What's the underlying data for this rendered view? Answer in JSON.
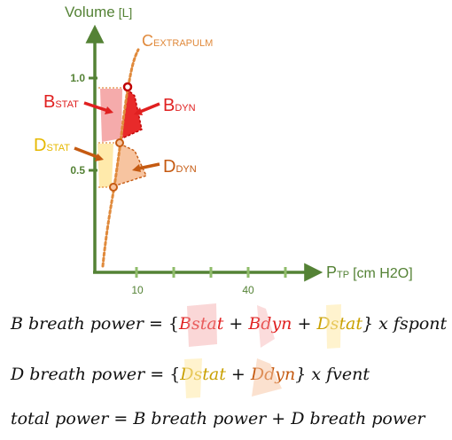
{
  "axes": {
    "y_title": "Volume",
    "y_unit": "[L]",
    "x_title_main": "P",
    "x_title_sub": "TP",
    "x_unit": "[cm H2O]",
    "y_ticks": [
      "1.0",
      "0.5"
    ],
    "x_ticks": [
      "10",
      "40"
    ],
    "colors": {
      "axis": "#548235",
      "tick_label": "#548235"
    }
  },
  "labels": {
    "c_extrapulm_main": "C",
    "c_extrapulm_sub": "EXTRAPULM",
    "b_stat_main": "B",
    "b_stat_sub": "STAT",
    "b_dyn_main": "B",
    "b_dyn_sub": "DYN",
    "d_stat_main": "D",
    "d_stat_sub": "STAT",
    "d_dyn_main": "D",
    "d_dyn_sub": "DYN",
    "colors": {
      "b": "#e02020",
      "d_stat": "#e6b800",
      "d_dyn": "#c55a11",
      "c_extrapulm": "#e08a3c"
    }
  },
  "equations": {
    "eq1_lhs": "B breath power",
    "eq1_equals": " = {",
    "eq1_term1": "Bstat",
    "eq1_plus1": " + ",
    "eq1_term2": "Bdyn",
    "eq1_plus2": " + ",
    "eq1_term3": "Dstat",
    "eq1_close": "} x fspont",
    "eq2_lhs": "D breath power",
    "eq2_equals": " = {",
    "eq2_term1": "Dstat",
    "eq2_plus1": " + ",
    "eq2_term2": "Ddyn",
    "eq2_close": "} x fvent",
    "eq3": "total power = B breath power + D breath power",
    "colors": {
      "bstat": "#e02020",
      "bdyn": "#e02020",
      "dstat": "#c9a000",
      "ddyn": "#c55a11"
    }
  }
}
